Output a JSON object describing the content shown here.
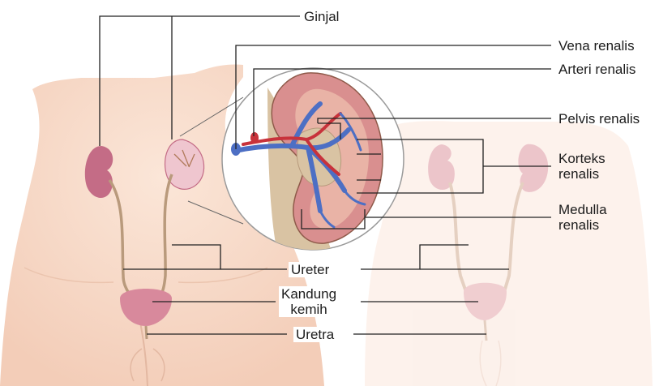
{
  "labels": {
    "ginjal": "Ginjal",
    "vena_renalis": "Vena renalis",
    "arteri_renalis": "Arteri renalis",
    "pelvis_renalis": "Pelvis renalis",
    "korteks_renalis_1": "Korteks",
    "korteks_renalis_2": "renalis",
    "medulla_renalis_1": "Medulla",
    "medulla_renalis_2": "renalis",
    "ureter": "Ureter",
    "kandung_kemih_1": "Kandung",
    "kandung_kemih_2": "kemih",
    "uretra": "Uretra"
  },
  "colors": {
    "skin_female": "#f8dcc9",
    "skin_male": "#fdf1ea",
    "kidney": "#c46c86",
    "kidney_light": "#efc6cf",
    "cortex": "#d98f8f",
    "pelvis": "#d9c3a3",
    "vein": "#4d6fc4",
    "artery": "#c8323b",
    "leader_line": "#222222"
  }
}
